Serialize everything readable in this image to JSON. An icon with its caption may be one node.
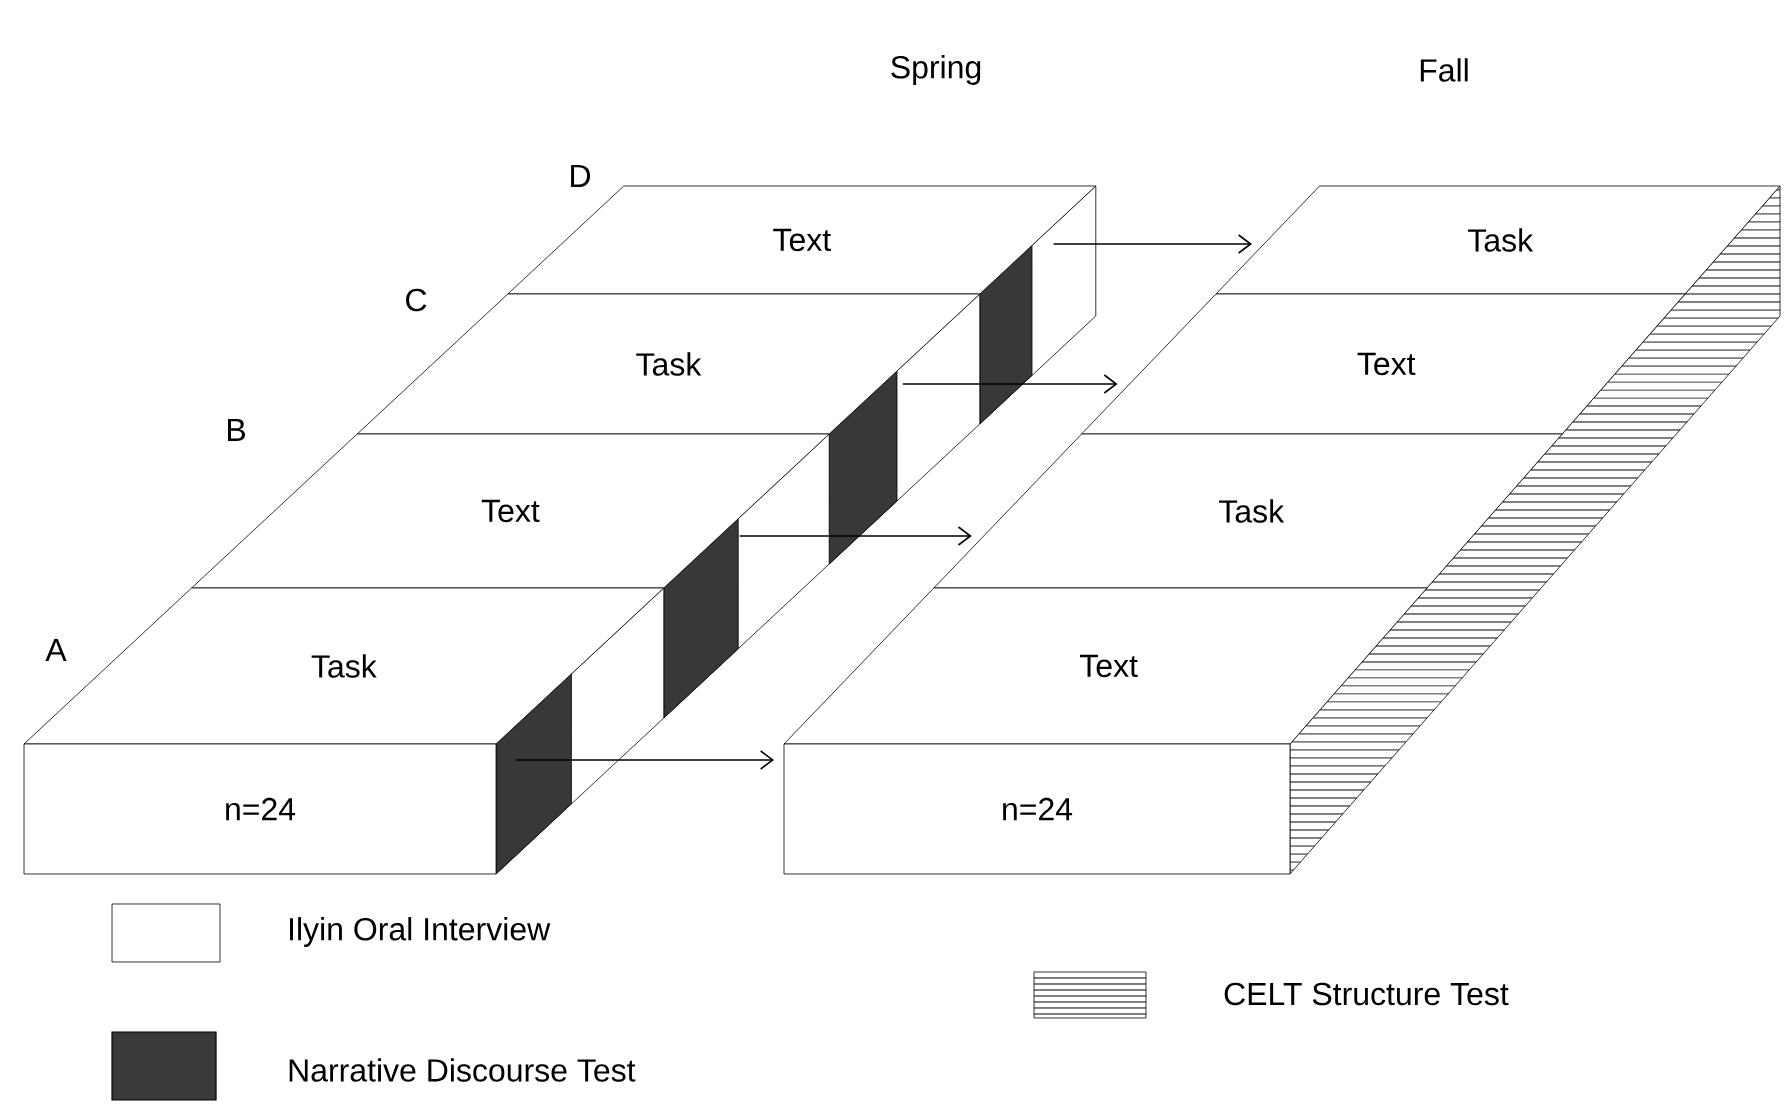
{
  "diagram": {
    "nodes": [
      {
        "text": [
          "Text"
        ],
        "beside": [
          "D"
        ]
      },
      {
        "text": [
          "Task"
        ],
        "beside": [
          "C"
        ]
      },
      {
        "text": [
          "Text"
        ],
        "beside": [
          "B"
        ]
      },
      {
        "text": [
          "Task"
        ],
        "beside": [
          "A"
        ]
      },
      {
        "text": [
          "n=24"
        ]
      },
      {
        "text": [
          "Task"
        ]
      },
      {
        "text": [
          "Text"
        ]
      },
      {
        "text": [
          "Task"
        ]
      },
      {
        "text": [
          "Text"
        ]
      },
      {
        "text": [
          "n=24"
        ]
      }
    ],
    "edges": [
      {
        "from": 0,
        "to": 5,
        "arrow": "to"
      },
      {
        "from": 1,
        "to": 6,
        "arrow": "to"
      },
      {
        "from": 2,
        "to": 7,
        "arrow": "to"
      },
      {
        "from": 4,
        "to": 9,
        "arrow": "to"
      }
    ],
    "labels": [
      "Spring",
      "Fall"
    ],
    "legend": [
      {
        "text": "Ilyin Oral Interview"
      },
      {
        "text": "Narrative Discourse Test",
        "color": "#3a3a3a"
      },
      {
        "text": "CELT Structure Test"
      }
    ]
  }
}
